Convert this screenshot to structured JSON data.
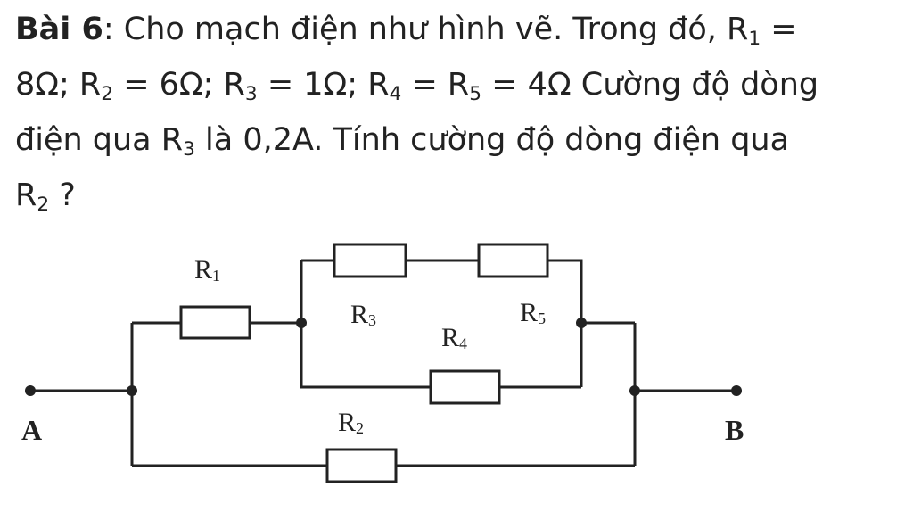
{
  "problem": {
    "label": "Bài 6",
    "t1": ": Cho mạch điện như hình vẽ. Trong đó, R",
    "s1": "1",
    "t2": " =",
    "t3": "8Ω; R",
    "s2": "2",
    "t4": " = 6Ω; R",
    "s3": "3",
    "t5": " = 1Ω; R",
    "s4": "4",
    "t6": " = R",
    "s5": "5",
    "t7": " = 4Ω Cường độ dòng",
    "t8": "điện qua R",
    "s6": "3",
    "t9": " là 0,2A. Tính cường độ dòng điện qua",
    "t10": "R",
    "s7": "2",
    "t11": " ?"
  },
  "circuit": {
    "r1": {
      "letter": "R",
      "sub": "1"
    },
    "r2": {
      "letter": "R",
      "sub": "2"
    },
    "r3": {
      "letter": "R",
      "sub": "3"
    },
    "r4": {
      "letter": "R",
      "sub": "4"
    },
    "r5": {
      "letter": "R",
      "sub": "5"
    },
    "node_a": "A",
    "node_b": "B"
  }
}
